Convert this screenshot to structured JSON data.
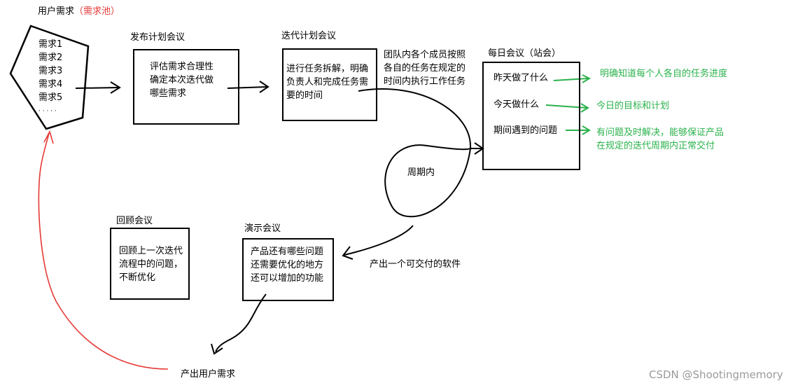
{
  "pool": {
    "title": "用户需求",
    "subtitle": "（需求池）",
    "items": [
      "需求1",
      "需求2",
      "需求3",
      "需求4",
      "需求5",
      "· · · · ·"
    ]
  },
  "release_meeting": {
    "title": "发布计划会议",
    "lines": [
      "评估需求合理性",
      "确定本次迭代做",
      "哪些需求"
    ]
  },
  "iteration_meeting": {
    "title": "迭代计划会议",
    "lines": [
      "进行任务拆解，明确",
      "负责人和完成任务需",
      "要的时间"
    ]
  },
  "team_note": {
    "lines": [
      "团队内各个成员按照",
      "各自的任务在规定的",
      "时间内执行工作任务"
    ]
  },
  "daily_meeting": {
    "title": "每日会议（站会）",
    "items": [
      "昨天做了什么",
      "今天做什么",
      "期间遇到的问题"
    ]
  },
  "daily_notes": {
    "yesterday": "明确知道每个人各自的任务进度",
    "today": "今日的目标和计划",
    "problems": [
      "有问题及时解决，能够保证产品",
      "在规定的迭代周期内正常交付"
    ]
  },
  "cycle_label": "周期内",
  "deliverable_label": "产出一个可交付的软件",
  "demo_meeting": {
    "title": "演示会议",
    "lines": [
      "产品还有哪些问题",
      "还需要优化的地方",
      "还可以增加的功能"
    ]
  },
  "review_meeting": {
    "title": "回顾会议",
    "lines": [
      "回顾上一次迭代",
      "流程中的问题，",
      "不断优化"
    ]
  },
  "output_label": "产出用户需求",
  "watermark": "CSDN @Shootingmemory",
  "colors": {
    "annotation": "#2bb24c",
    "pool_subtitle": "#e53935",
    "feedback_arrow": "#e53935"
  }
}
